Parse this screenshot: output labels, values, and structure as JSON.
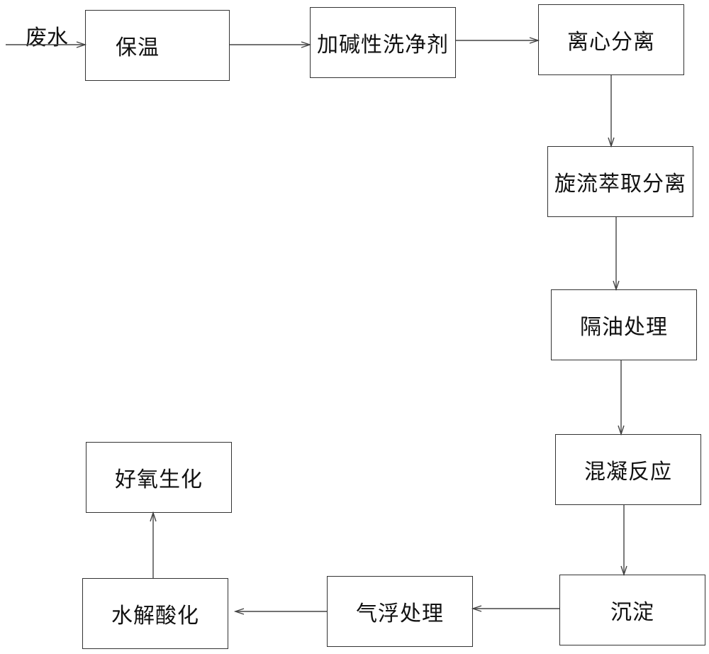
{
  "input_label": "废水",
  "steps": {
    "insulation": "保温",
    "alkali_detergent": "加碱性洗净剂",
    "centrifugal_separation": "离心分离",
    "cyclone_extraction": "旋流萃取分离",
    "oil_separation": "隔油处理",
    "coagulation": "混凝反应",
    "sedimentation": "沉淀",
    "air_flotation": "气浮处理",
    "hydrolysis_acidification": "水解酸化",
    "aerobic_biochemical": "好氧生化"
  }
}
